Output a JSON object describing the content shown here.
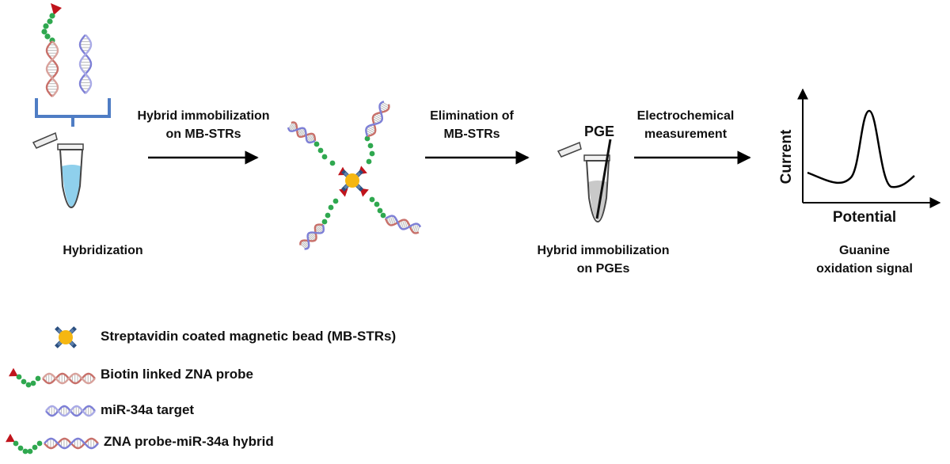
{
  "steps": {
    "hybridization": "Hybridization",
    "arrow1": [
      "Hybrid immobilization",
      "on MB-STRs"
    ],
    "arrow2": [
      "Elimination of",
      "MB-STRs"
    ],
    "arrow3": [
      "Electrochemical",
      "measurement"
    ],
    "pge_immobilization": [
      "Hybrid immobilization",
      "on PGEs"
    ],
    "signal": [
      "Guanine",
      "oxidation signal"
    ]
  },
  "pge_label": "PGE",
  "graph": {
    "ylabel": "Current",
    "xlabel": "Potential"
  },
  "legend": [
    {
      "icon": "magnetic-bead",
      "label": "Streptavidin coated magnetic bead (MB-STRs)"
    },
    {
      "icon": "biotin-probe",
      "label": "Biotin linked ZNA probe"
    },
    {
      "icon": "target",
      "label": "miR-34a target"
    },
    {
      "icon": "hybrid",
      "label": "ZNA probe-miR-34a hybrid"
    }
  ],
  "colors": {
    "probe_strand": "#c8706a",
    "target_strand": "#7d7fd6",
    "linker": "#2fa84f",
    "biotin": "#c0141c",
    "bead": "#f5b712",
    "streptavidin": "#2a4f80",
    "bracket": "#4f7dc4",
    "liquid": "#8fd0ec"
  }
}
